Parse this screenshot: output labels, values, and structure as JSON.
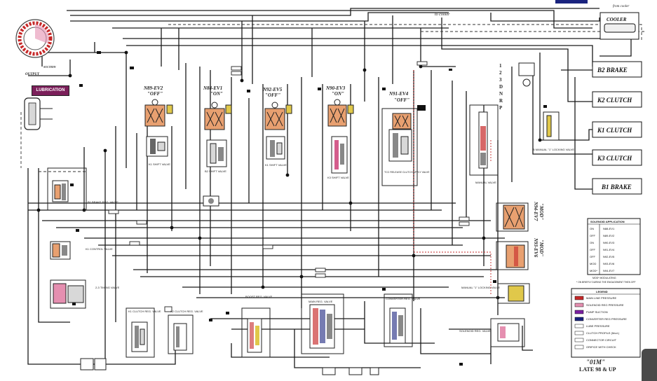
{
  "header": {
    "from_cooler": "from cooler",
    "to_cooler": "to cooler"
  },
  "outputs": [
    {
      "id": "cooler",
      "label": "COOLER"
    },
    {
      "id": "b2",
      "label": "B2 BRAKE"
    },
    {
      "id": "k2",
      "label": "K2 CLUTCH"
    },
    {
      "id": "k1",
      "label": "K1 CLUTCH"
    },
    {
      "id": "k3",
      "label": "K3 CLUTCH"
    },
    {
      "id": "b1",
      "label": "B1 BRAKE"
    }
  ],
  "left": {
    "output_label": "OUTPUT",
    "suction_label": "SUCTION",
    "lubrication": "LUBRICATION"
  },
  "solenoids": [
    {
      "id": "n89",
      "title": "N89-EV2",
      "state": "\"OFF\"",
      "valve": "K1 SHIFT VALVE"
    },
    {
      "id": "n88",
      "title": "N88-EV1",
      "state": "\"ON\"",
      "valve": "B2 SHIFT VALVE"
    },
    {
      "id": "n92",
      "title": "N92-EV5",
      "state": "\"OFF\"",
      "valve": "K1 SHIFT VALVE"
    },
    {
      "id": "n90",
      "title": "N90-EV3",
      "state": "\"ON\"",
      "valve": "K3 SHIFT VALVE"
    },
    {
      "id": "n91",
      "title": "N91-EV4",
      "state": "\"OFF\"",
      "valve": "TCC RELEASE CLUTCH APPLY VALVE"
    }
  ],
  "valves": {
    "manual_valve": "MANUAL VALVE",
    "b_manual_locking": "B MANUAL \"1\" LOCKING VALVE",
    "b1_brake_reg": "B1 BRAKE REG. VALVE",
    "k1_control": "K1 CONTROL VALVE",
    "timing": "2-3 TIMING VALVE",
    "k1_clutch_reg": "K1 CLUTCH REG. VALVE",
    "k2_clutch_reg": "K2 CLUTCH REG. VALVE",
    "boost_reg": "BOOST REG. VALVE",
    "main_reg": "MAIN REG. VALVE",
    "converter_reg": "CONVERTER REG. VALVE",
    "manual_locking": "MANUAL \"1\" LOCKING VALVE",
    "solenoid_reg": "SOLENOID REG. VALVE"
  },
  "gear_positions": [
    "1",
    "2",
    "3",
    "D",
    "N",
    "R",
    "P"
  ],
  "n94": {
    "title": "N94-EV7",
    "state": "\"MOD\""
  },
  "n93": {
    "title": "N93-EV6",
    "state": "\"MOD\""
  },
  "solenoid_table": {
    "title": "SOLENOID APPLICATION",
    "rows": [
      [
        "ON",
        "N88-EV1"
      ],
      [
        "OFF",
        "N89-EV2"
      ],
      [
        "ON",
        "N90-EV3"
      ],
      [
        "OFF",
        "N91-EV4"
      ],
      [
        "OFF",
        "N92-EV5"
      ],
      [
        "MOD",
        "N93-EV6"
      ],
      [
        "MOD*",
        "N94-EV7"
      ]
    ],
    "note1": "MOD* MODULATING",
    "note2": "* ON BRIEFLY DURING THE ENGAGEMENT THEN OFF"
  },
  "legend": {
    "title": "LEGEND",
    "items": [
      {
        "label": "MAIN LINE PRESSURE",
        "color": "#c62828"
      },
      {
        "label": "SOLENOID REG PRESSURE",
        "color": "#e58fb0"
      },
      {
        "label": "PUMP SUCTION",
        "color": "#7b1fa2"
      },
      {
        "label": "CONVERTER REG PRESSURE",
        "color": "#1a237e"
      },
      {
        "label": "LUBE PRESSURE",
        "color": "#ffffff"
      },
      {
        "label": "CLUTCH PROFILE (Mod.)",
        "color": "#ffffff"
      },
      {
        "label": "CONNECTOR CIRCUIT",
        "color": "#ffffff"
      },
      {
        "label": "ORIFICE WITH CHECK",
        "color": "#ffffff"
      }
    ]
  },
  "model": {
    "code": "\"01M\"",
    "year": "LATE 98 & UP"
  },
  "colors": {
    "line": "#1a1a1a",
    "main": "#c62828",
    "sol": "#e58fb0",
    "solbox": "#e8a070",
    "blue": "#1a237e"
  }
}
